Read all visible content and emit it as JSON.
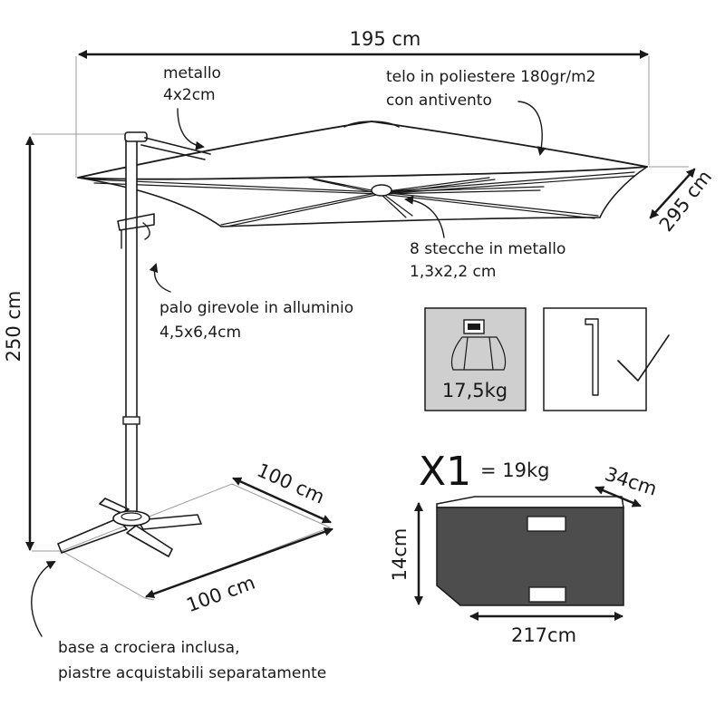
{
  "dimensions": {
    "canopy_width": "195 cm",
    "canopy_depth": "295 cm",
    "total_height": "250 cm",
    "base_side_a": "100 cm",
    "base_side_b": "100 cm"
  },
  "annotations": {
    "arm_material": {
      "line1": "metallo",
      "line2": "4x2cm"
    },
    "canopy_fabric": {
      "line1": "telo in poliestere 180gr/m2",
      "line2": "con antivento"
    },
    "ribs": {
      "line1": "8 stecche in metallo",
      "line2": "1,3x2,2 cm"
    },
    "pole": {
      "line1": "palo girevole in alluminio",
      "line2": "4,5x6,4cm"
    },
    "base": {
      "line1": "base a crociera inclusa,",
      "line2": "piastre acquistabili separatamente"
    }
  },
  "accessories": {
    "weight_box_label": "17,5kg",
    "weight_box_bg": "#cfcfcf"
  },
  "package": {
    "quantity": "X1",
    "weight": "= 19kg",
    "length": "217cm",
    "width": "34cm",
    "height": "14cm",
    "box_color": "#4d4d4d"
  }
}
